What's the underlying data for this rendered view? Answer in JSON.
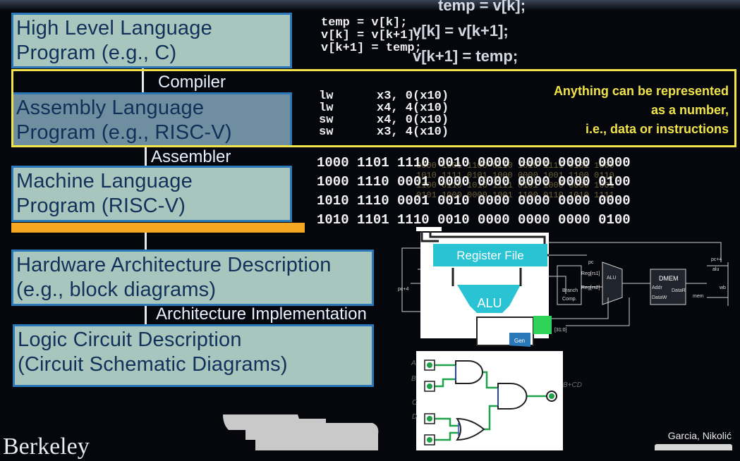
{
  "hierarchy": {
    "high_level": {
      "line1": "High Level Language",
      "line2": "Program (e.g., C)"
    },
    "compiler": "Compiler",
    "assembly": {
      "line1": "Assembly  Language",
      "line2": "Program (e.g., RISC-V)"
    },
    "assembler": "Assembler",
    "machine": {
      "line1": "Machine  Language",
      "line2": "Program (RISC-V)"
    },
    "hardware": {
      "line1": "Hardware Architecture Description",
      "line2": "(e.g., block diagrams)"
    },
    "arch_impl": "Architecture Implementation",
    "logic": {
      "line1": "Logic Circuit Description",
      "line2": "(Circuit Schematic Diagrams)"
    }
  },
  "c_code": {
    "line1": "temp = v[k];",
    "line2": "v[k] = v[k+1];",
    "line3": "v[k+1] = temp;"
  },
  "c_overlay": {
    "line1": "temp = v[k];",
    "line2": "v[k] = v[k+1];",
    "line3": "v[k+1] = temp;"
  },
  "assembly_code": [
    {
      "op": "lw",
      "args": "x3, 0(x10)"
    },
    {
      "op": "lw",
      "args": "x4, 4(x10)"
    },
    {
      "op": "sw",
      "args": "x4, 0(x10)"
    },
    {
      "op": "sw",
      "args": "x3, 4(x10)"
    }
  ],
  "callout": {
    "line1": "Anything can be represented",
    "line2": "as a number,",
    "line3": "i.e., data or instructions"
  },
  "machine_code": [
    "1000 1101 1110 0010 0000 0000 0000 0000",
    "1000 1110 0001 0000 0000 0000 0000 0100",
    "1010 1110 0001 0010 0000 0000 0000 0000",
    "1010 1101 1110 0010 0000 0000 0000 0100"
  ],
  "machine_ghost": [
    "0000 1001 1100 0110 1010 1111 0101 1000",
    "1010 1111 0101 1000 0000 1001 1100 0110",
    "1100 0110 1010 1111 0101 1000 0000 1001",
    "0101 1000 0000 1001 1100 0110 1010 1111"
  ],
  "diagram": {
    "register_file": "Register File",
    "alu": "ALU",
    "gen": "Gen",
    "alu_small": "ALU",
    "dmem": "DMEM",
    "addr": "Addr",
    "datar": "DataR",
    "dataw": "DataW",
    "branch": "Branch",
    "comp": "Comp.",
    "pc": "pc",
    "pc4": "pc+4",
    "pc_plus4": "pc+4",
    "reg_rs1": "Reg[rs1]",
    "reg_rs2": "Reg[rs2]",
    "mem": "mem",
    "wb": "wb",
    "alu_out": "alu",
    "imm": "[31:0]"
  },
  "logic_labels": {
    "a": "A",
    "b": "B",
    "c": "C",
    "d": "D",
    "out": "B+CD"
  },
  "credit": "Garcia, Nikolić",
  "berkeley": "Berkeley",
  "colors": {
    "box_border": "#2a78b8",
    "callout": "#f0e34a",
    "bar": "#f5a623",
    "teal": "#2ac3d3"
  }
}
